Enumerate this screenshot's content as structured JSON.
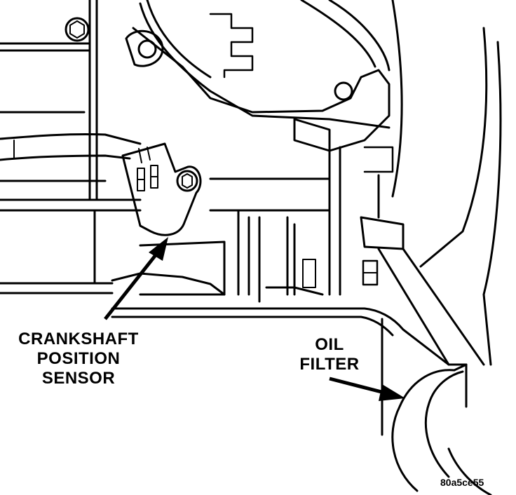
{
  "callouts": {
    "crankshaft": [
      "CRANKSHAFT",
      "POSITION",
      "SENSOR"
    ],
    "oil_filter": [
      "OIL",
      "FILTER"
    ]
  },
  "reference_code": "80a5ce55",
  "colors": {
    "ink": "#000000",
    "paper": "#ffffff"
  }
}
